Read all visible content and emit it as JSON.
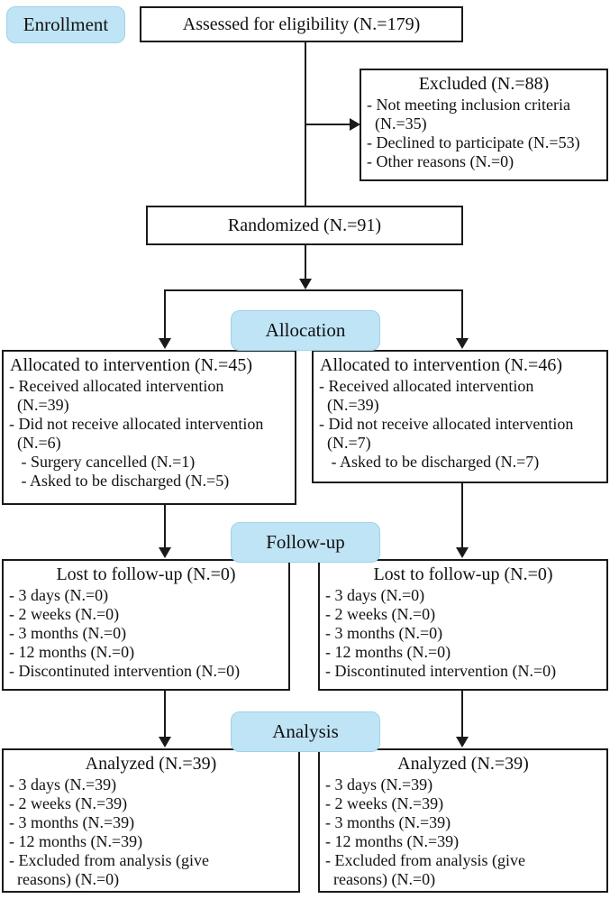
{
  "colors": {
    "badge_bg": "#bfe4f5",
    "badge_border": "#9fd2ea",
    "line": "#1a1a1a",
    "box_border": "#1a1a1a",
    "text": "#111111",
    "bg": "#ffffff"
  },
  "badges": {
    "enrollment": "Enrollment",
    "allocation": "Allocation",
    "followup": "Follow-up",
    "analysis": "Analysis"
  },
  "boxes": {
    "assessed": {
      "title": "Assessed for eligibility (N.=179)"
    },
    "excluded": {
      "title": "Excluded (N.=88)",
      "items": [
        "- Not meeting inclusion criteria\n  (N.=35)",
        "- Declined to participate (N.=53)",
        "- Other reasons (N.=0)"
      ]
    },
    "randomized": {
      "title": "Randomized (N.=91)"
    },
    "allocation_left": {
      "title": "Allocated to intervention (N.=45)",
      "items": [
        "- Received allocated intervention\n  (N.=39)",
        "- Did not receive allocated intervention\n  (N.=6)",
        "   - Surgery cancelled (N.=1)",
        "   - Asked to be discharged (N.=5)"
      ]
    },
    "allocation_right": {
      "title": "Allocated to intervention (N.=46)",
      "items": [
        "- Received allocated intervention\n  (N.=39)",
        "- Did not receive allocated intervention\n  (N.=7)",
        "   - Asked to be discharged (N.=7)"
      ]
    },
    "followup_left": {
      "title": "Lost to follow-up (N.=0)",
      "items": [
        "- 3 days (N.=0)",
        "- 2 weeks (N.=0)",
        "- 3 months (N.=0)",
        "- 12 months (N.=0)",
        "- Discontinuted intervention (N.=0)"
      ]
    },
    "followup_right": {
      "title": "Lost to follow-up (N.=0)",
      "items": [
        "- 3 days (N.=0)",
        "- 2 weeks (N.=0)",
        "- 3 months (N.=0)",
        "- 12 months (N.=0)",
        "- Discontinuted intervention (N.=0)"
      ]
    },
    "analysis_left": {
      "title": "Analyzed (N.=39)",
      "items": [
        "- 3 days (N.=39)",
        "- 2 weeks (N.=39)",
        "- 3 months (N.=39)",
        "- 12 months (N.=39)",
        "- Excluded from analysis (give\n  reasons) (N.=0)"
      ]
    },
    "analysis_right": {
      "title": "Analyzed (N.=39)",
      "items": [
        "- 3 days (N.=39)",
        "- 2 weeks (N.=39)",
        "- 3 months (N.=39)",
        "- 12 months (N.=39)",
        "- Excluded from analysis (give\n  reasons) (N.=0)"
      ]
    }
  }
}
